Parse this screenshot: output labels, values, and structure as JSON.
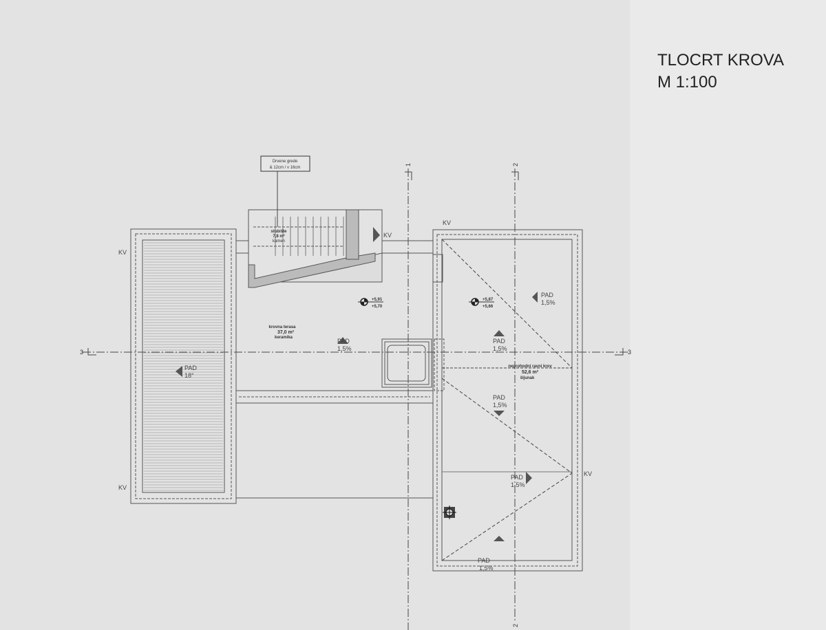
{
  "title": {
    "line1": "TLOCRT KROVA",
    "line2": "M 1:100"
  },
  "note": {
    "line1": "Drvene grede",
    "line2": "& 12cm / v 16cm"
  },
  "axes": {
    "a1": "1",
    "a2": "2",
    "a3": "3"
  },
  "rooms": {
    "stairs": {
      "name": "stubište",
      "area": "7,8  m²",
      "finish": "kamen"
    },
    "terrace": {
      "name": "krovna terasa",
      "area": "37,0  m²",
      "finish": "keramika"
    },
    "flat_roof": {
      "name": "neprohodni ravni krov",
      "area": "52,6  m²",
      "finish": "šljunak"
    }
  },
  "slopes": {
    "pad": "PAD",
    "pct": "1,5%",
    "deg": "18°"
  },
  "drain": {
    "kv": "KV"
  },
  "elevations": [
    {
      "top": "+5,91",
      "bottom": "+5,70"
    },
    {
      "top": "+5,87",
      "bottom": "+5,66"
    }
  ],
  "colors": {
    "line": "#555555",
    "fill_arrow": "#555555",
    "paper": "#e3e3e3"
  }
}
